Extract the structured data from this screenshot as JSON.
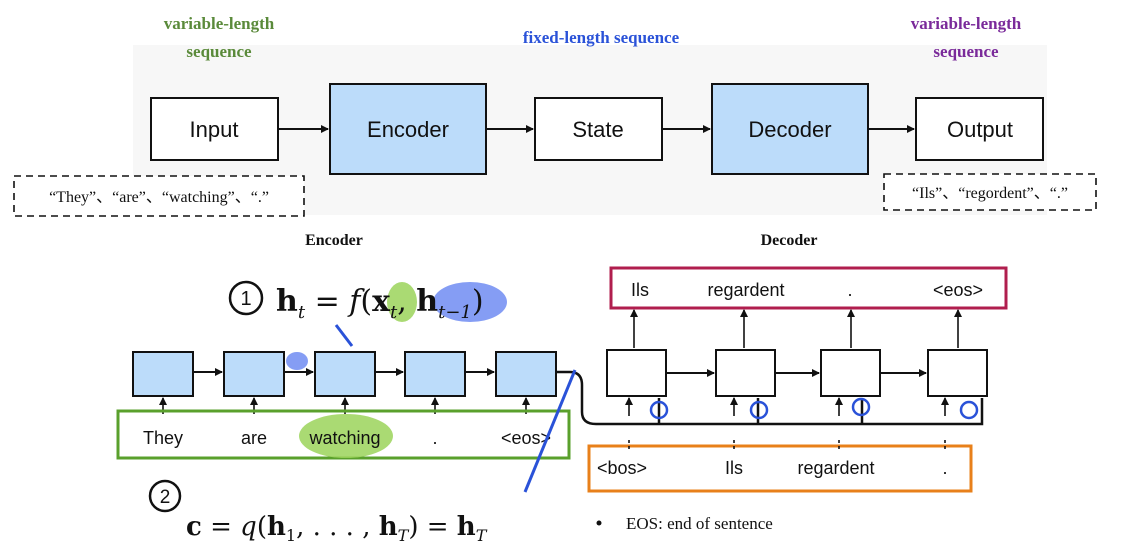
{
  "top": {
    "label_left": [
      "variable-length",
      "sequence"
    ],
    "label_center": "fixed-length sequence",
    "label_right": [
      "variable-length",
      "sequence"
    ],
    "blocks": [
      "Input",
      "Encoder",
      "State",
      "Decoder",
      "Output"
    ],
    "input_example": "“They”、“are”、“watching”、“.”",
    "output_example": "“Ils”、“regordent”、“.”"
  },
  "bottom": {
    "encoder_title": "Encoder",
    "decoder_title": "Decoder",
    "encoder_inputs": [
      "They",
      "are",
      "watching",
      ".",
      "<eos>"
    ],
    "decoder_outputs": [
      "Ils",
      "regardent",
      ".",
      "<eos>"
    ],
    "decoder_inputs": [
      "<bos>",
      "Ils",
      "regardent",
      "."
    ],
    "step1_number": "1",
    "step2_number": "2",
    "note": "EOS: end of sentence"
  },
  "colors": {
    "block_fill": "#bcdcfa",
    "label_green": "#5a8a3a",
    "label_blue": "#2a52d8",
    "label_purple": "#7a2a9a",
    "enc_input_box": "#5aa02c",
    "dec_output_box": "#b01e4e",
    "dec_input_box": "#e8801a",
    "highlight_green": "#9bd35a",
    "highlight_blue": "#5c7cf0"
  }
}
